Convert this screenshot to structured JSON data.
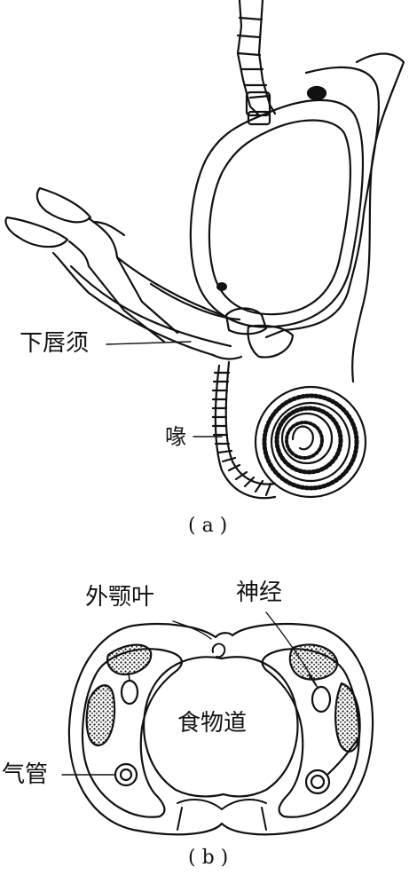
{
  "panel_a": {
    "caption": "( a )",
    "labels": {
      "labial_palp": "下唇须",
      "proboscis": "喙"
    }
  },
  "panel_b": {
    "caption": "( b )",
    "labels": {
      "galea": "外颚叶",
      "nerve": "神经",
      "food_canal": "食物道",
      "trachea": "气管"
    }
  },
  "colors": {
    "ink": "#111111",
    "paper": "#ffffff"
  }
}
